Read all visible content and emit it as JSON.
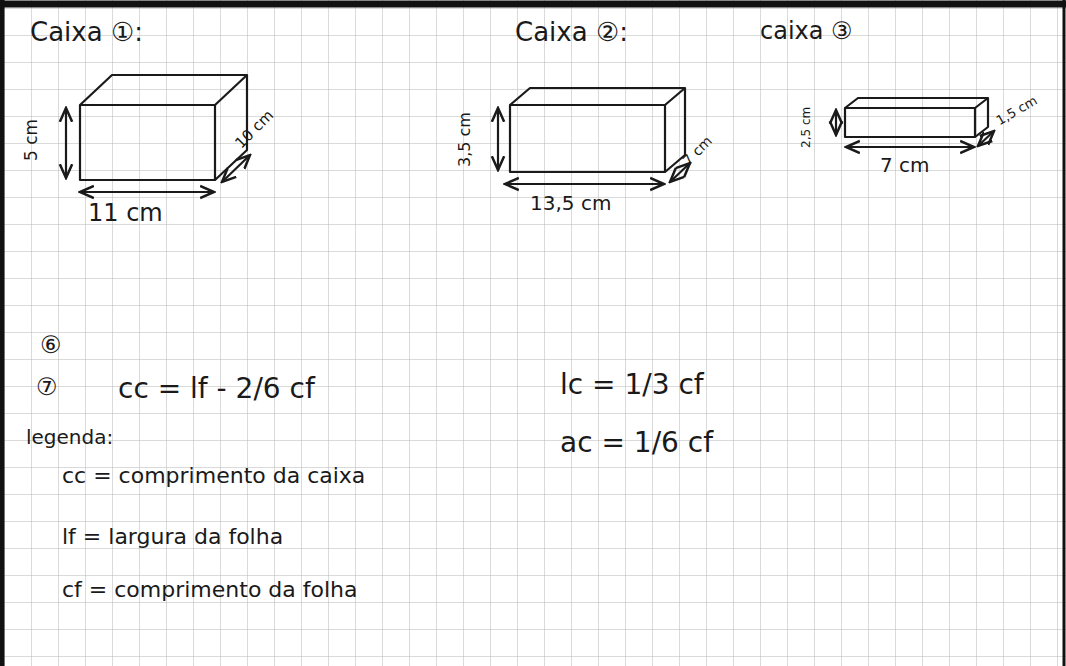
{
  "diagram": {
    "labels": [
      "Caixa ①:",
      "5 cm",
      "11 cm",
      "10 cm",
      "Caixa ②:",
      "3,5 cm",
      "13,5 cm",
      "7 cm",
      "caixa ③",
      "2,5 cm",
      "7 cm",
      "1,5 cm",
      "⑥",
      "⑦",
      "cc = lf - 2/6 cf",
      "lc = 1/3 cf",
      "ac = 1/6 cf",
      "legenda:",
      "cc = comprimento da caixa",
      "lf = largura da folha",
      "cf = comprimento da folha"
    ]
  }
}
